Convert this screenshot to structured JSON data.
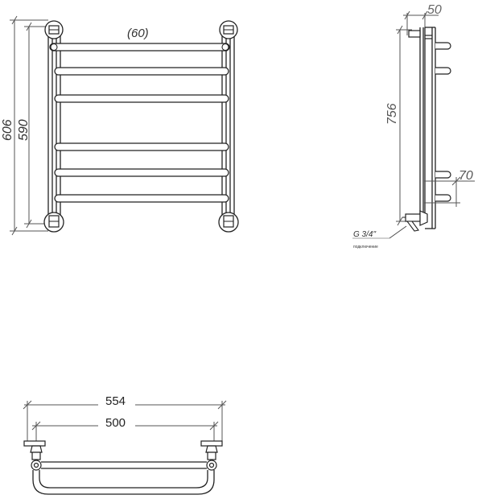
{
  "front_view": {
    "dim_top_spacing": "(60)",
    "dim_total_height": "606",
    "dim_center_height": "590"
  },
  "side_view": {
    "dim_wall_offset": "50",
    "dim_height": "756",
    "dim_bar_projection": "70",
    "connection_label": "G 3/4\"",
    "connection_sublabel": "подключение"
  },
  "top_view": {
    "dim_total_width": "554",
    "dim_center_width": "500"
  },
  "colors": {
    "line": "#222222",
    "dim_text": "#333333"
  }
}
